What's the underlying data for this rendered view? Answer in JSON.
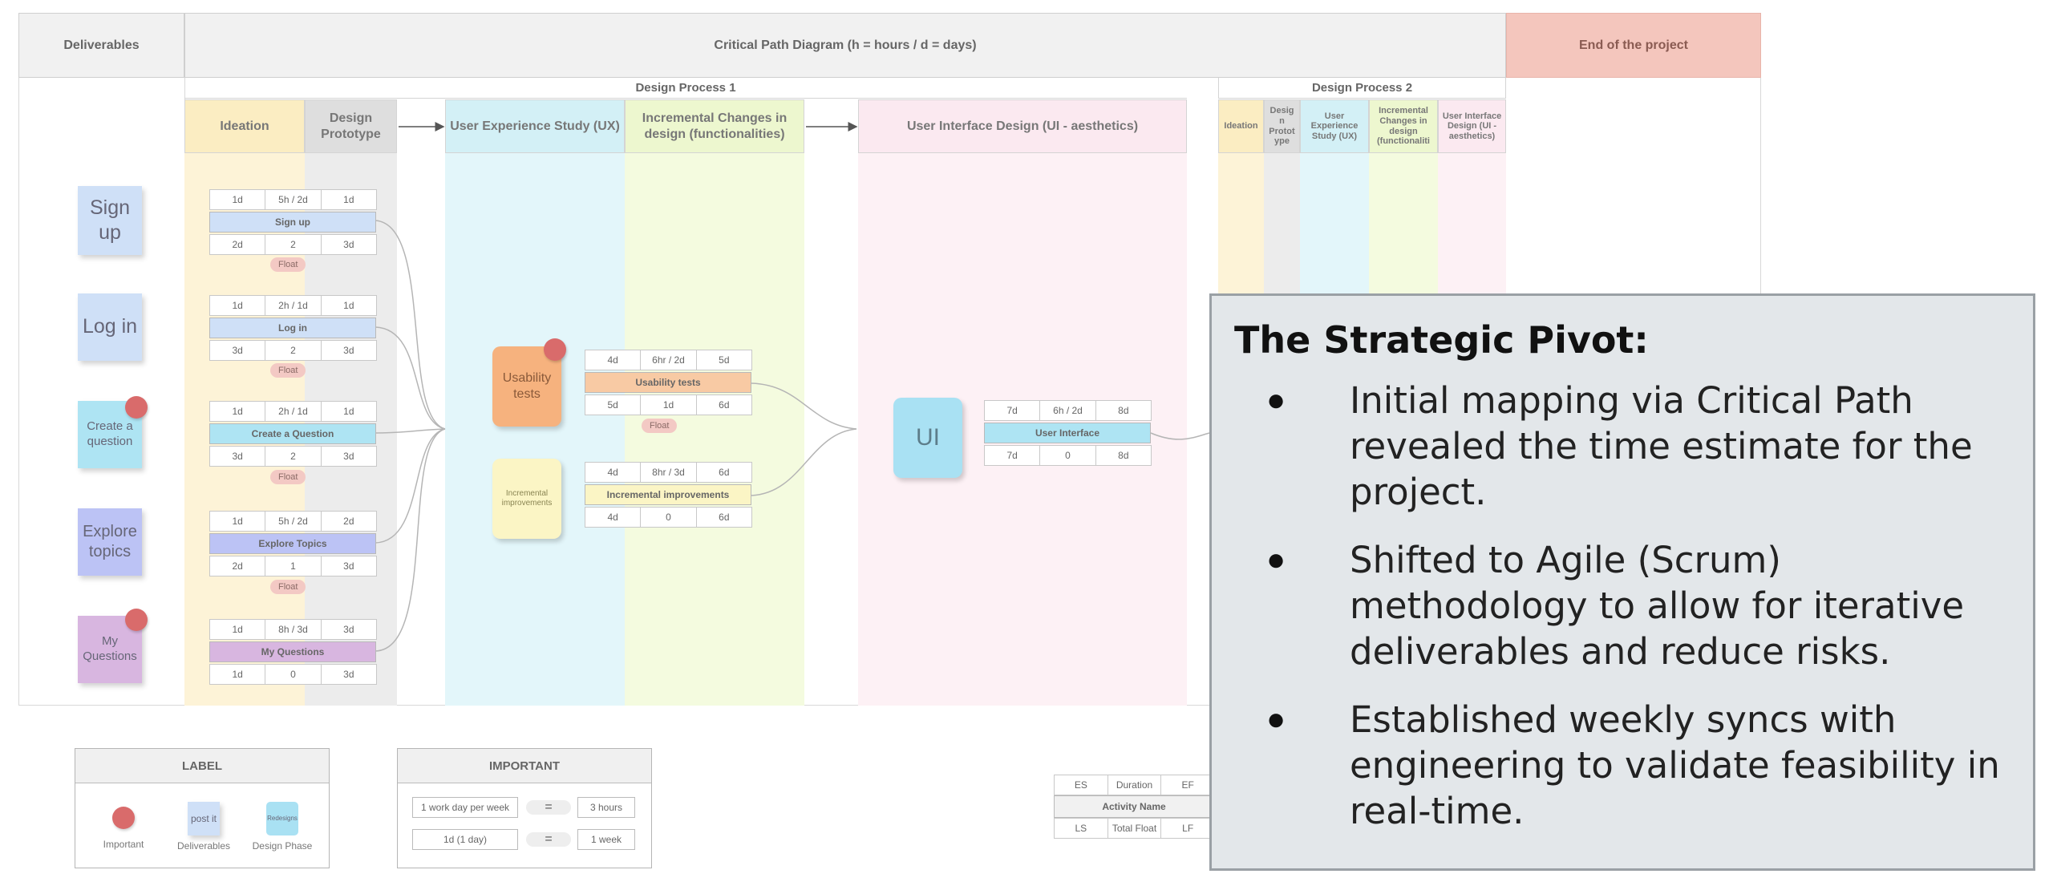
{
  "header": {
    "deliverables": "Deliverables",
    "title": "Critical Path Diagram (h = hours / d = days)",
    "end": "End of the project"
  },
  "process1": {
    "title": "Design Process 1",
    "columns": [
      "Ideation",
      "Design Prototype",
      "User Experience Study (UX)",
      "Incremental Changes in design (functionalities)",
      "User Interface Design (UI - aesthetics)"
    ]
  },
  "process2": {
    "title": "Design Process 2",
    "columns": [
      "Ideation",
      "Desig n Protot ype",
      "User Experience Study (UX)",
      "Incremental Changes in design (functionaliti",
      "User Interface Design (UI - aesthetics)"
    ]
  },
  "deliverables": [
    "Sign up",
    "Log in",
    "Create a question",
    "Explore topics",
    "My Questions"
  ],
  "tasks": [
    {
      "name": "Sign up",
      "es": "1d",
      "dur": "5h / 2d",
      "ef": "1d",
      "ls": "2d",
      "tf": "2",
      "lf": "3d",
      "float": "Float"
    },
    {
      "name": "Log in",
      "es": "1d",
      "dur": "2h / 1d",
      "ef": "1d",
      "ls": "3d",
      "tf": "2",
      "lf": "3d",
      "float": "Float"
    },
    {
      "name": "Create a Question",
      "es": "1d",
      "dur": "2h / 1d",
      "ef": "1d",
      "ls": "3d",
      "tf": "2",
      "lf": "3d",
      "float": "Float"
    },
    {
      "name": "Explore Topics",
      "es": "1d",
      "dur": "5h / 2d",
      "ef": "2d",
      "ls": "2d",
      "tf": "1",
      "lf": "3d",
      "float": "Float"
    },
    {
      "name": "My Questions",
      "es": "1d",
      "dur": "8h / 3d",
      "ef": "3d",
      "ls": "1d",
      "tf": "0",
      "lf": "3d",
      "float": ""
    }
  ],
  "ux": {
    "note1": "Usability tests",
    "note2": "Incremental improvements",
    "task1": {
      "name": "Usability tests",
      "es": "4d",
      "dur": "6hr / 2d",
      "ef": "5d",
      "ls": "5d",
      "tf": "1d",
      "lf": "6d",
      "float": "Float"
    },
    "task2": {
      "name": "Incremental improvements",
      "es": "4d",
      "dur": "8hr / 3d",
      "ef": "6d",
      "ls": "4d",
      "tf": "0",
      "lf": "6d"
    }
  },
  "ui": {
    "note": "UI",
    "task": {
      "name": "User Interface",
      "es": "7d",
      "dur": "6h / 2d",
      "ef": "8d",
      "ls": "7d",
      "tf": "0",
      "lf": "8d"
    }
  },
  "panel": {
    "title": "The Strategic Pivot:",
    "bullets": [
      "Initial mapping via Critical Path revealed the time estimate for the project.",
      "Shifted to Agile (Scrum) methodology to allow for iterative deliverables and reduce risks.",
      "Established weekly syncs with engineering to validate feasibility in real-time."
    ]
  },
  "legend_label": {
    "title": "LABEL",
    "important": "Important",
    "deliverables": "Deliverables",
    "design_phase": "Design Phase",
    "postit": "post it",
    "design_note": "Redesigns"
  },
  "legend_important": {
    "title": "IMPORTANT",
    "row1_left": "1 work day per week",
    "row1_right": "3 hours",
    "row2_left": "1d (1 day)",
    "row2_right": "1 week",
    "eq": "="
  },
  "key": {
    "es": "ES",
    "duration": "Duration",
    "ef": "EF",
    "activity": "Activity Name",
    "ls": "LS",
    "total_float": "Total Float",
    "lf": "LF"
  },
  "colors": {
    "ideation": "#fdf3d7",
    "prototype": "#e9e9e9",
    "ux": "#e3f6fa",
    "incremental": "#f4fbdf",
    "ui": "#fdf1f5",
    "end": "#f4c6bd",
    "panel": "#e3e7ea"
  }
}
